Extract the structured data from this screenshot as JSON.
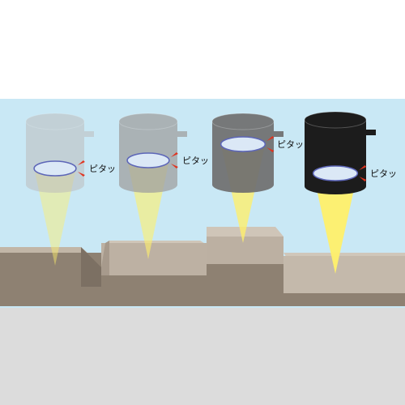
{
  "colors": {
    "top_band": "#ffffff",
    "sky": "#c9e8f5",
    "floor": "#dcdcdc",
    "block_face": "#8e8172",
    "block_top": "#c9beb0",
    "beam": "#fff06a",
    "lens": "#dbe8f6",
    "lens_rim": "#5d66b8",
    "tick": "#e0331f"
  },
  "sensors": [
    {
      "label": "ピタッ",
      "body_color": "#bdbdbd",
      "opacity": 0.55,
      "beam_opacity": 0.45
    },
    {
      "label": "ピタッ",
      "body_color": "#a0a0a0",
      "opacity": 0.75,
      "beam_opacity": 0.6
    },
    {
      "label": "ピタッ",
      "body_color": "#6f6f6f",
      "opacity": 0.92,
      "beam_opacity": 0.78
    },
    {
      "label": "ピタッ",
      "body_color": "#1c1c1c",
      "opacity": 1.0,
      "beam_opacity": 0.95
    }
  ]
}
